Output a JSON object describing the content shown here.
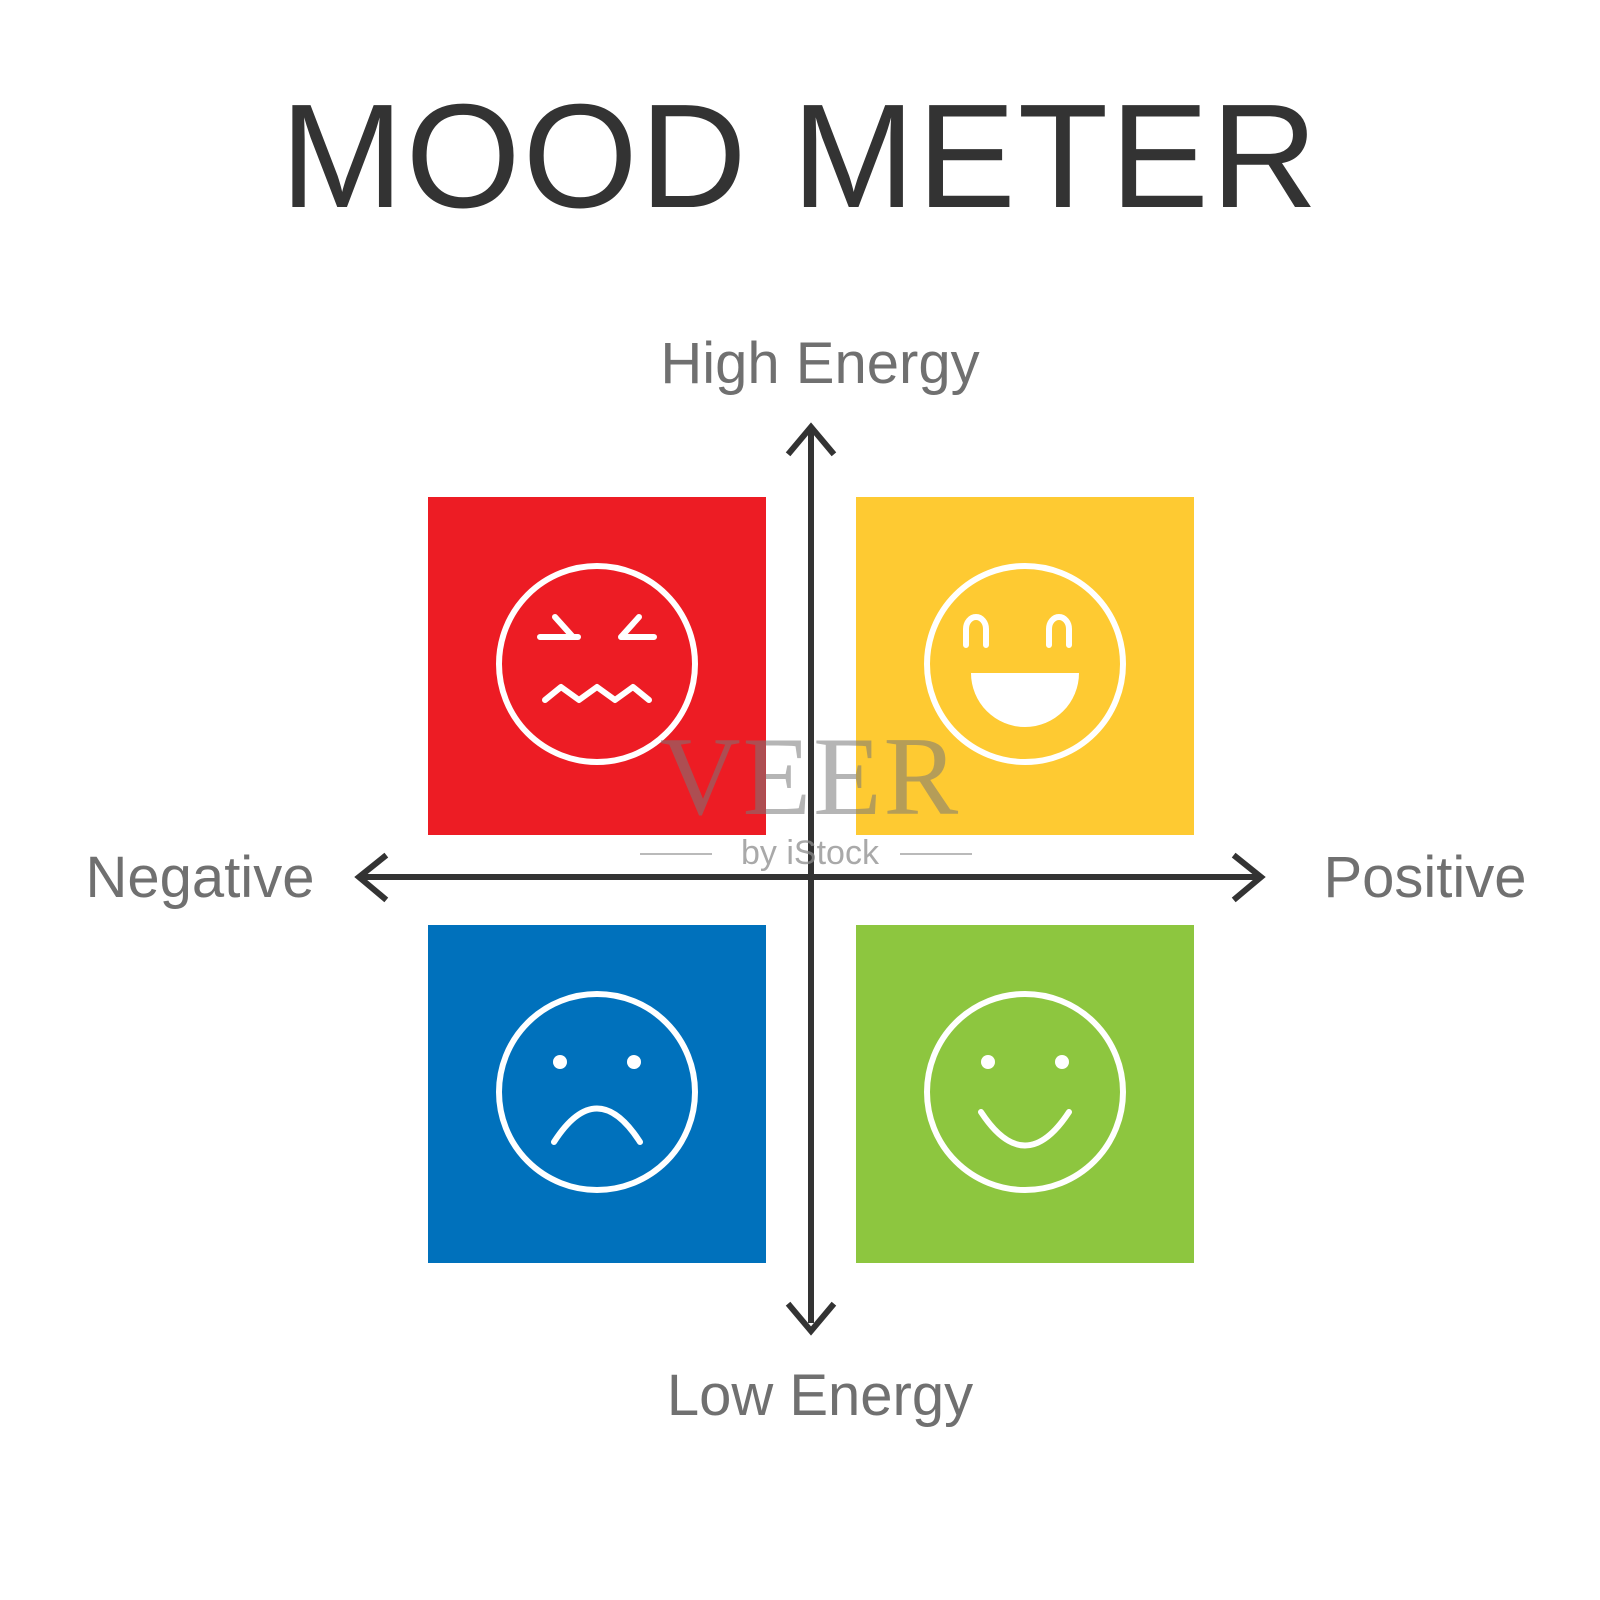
{
  "title": "MOOD METER",
  "axes": {
    "top": "High Energy",
    "bottom": "Low Energy",
    "left": "Negative",
    "right": "Positive"
  },
  "quadrants": [
    {
      "position": "top-left",
      "energy": "high",
      "valence": "negative",
      "color": "#ED1C24",
      "face": "stressed-face-icon"
    },
    {
      "position": "top-right",
      "energy": "high",
      "valence": "positive",
      "color": "#FECA32",
      "face": "laughing-face-icon"
    },
    {
      "position": "bottom-left",
      "energy": "low",
      "valence": "negative",
      "color": "#0071BC",
      "face": "sad-face-icon"
    },
    {
      "position": "bottom-right",
      "energy": "low",
      "valence": "positive",
      "color": "#8DC63F",
      "face": "smiling-face-icon"
    }
  ],
  "colors": {
    "axis": "#333333",
    "label": "#707070",
    "title": "#333333",
    "face_line": "#ffffff"
  },
  "watermark": {
    "brand": "VEER",
    "byline": "by iStock"
  }
}
